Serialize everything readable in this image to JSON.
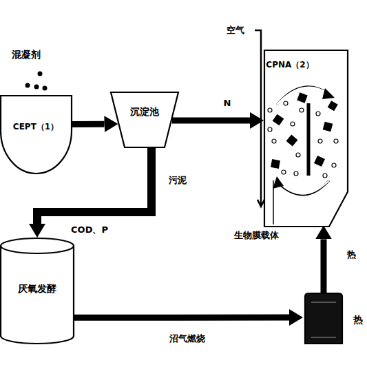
{
  "diagram": {
    "nodes": [
      {
        "text": [
          "CEPT（1）"
        ]
      },
      {
        "text": [
          "沉淀池"
        ]
      },
      {
        "text": [
          "CPNA（2）"
        ]
      },
      {
        "text": [
          "厌氧发酵"
        ]
      },
      {
        "text": [
          "热"
        ]
      }
    ],
    "edges": [
      {
        "from": 0,
        "to": 1,
        "arrow": "to"
      },
      {
        "from": 1,
        "to": 2,
        "label": "N",
        "arrow": "to"
      },
      {
        "from": 1,
        "to": 3,
        "label": "污泥",
        "arrow": "to"
      },
      {
        "from": 3,
        "to": 4,
        "label": "沼气燃烧",
        "arrow": "to"
      },
      {
        "from": 4,
        "to": 2,
        "arrow": "to"
      }
    ],
    "labels": [
      "混凝剂",
      "空气",
      "生物膜载体",
      "COD、P",
      "热"
    ]
  }
}
